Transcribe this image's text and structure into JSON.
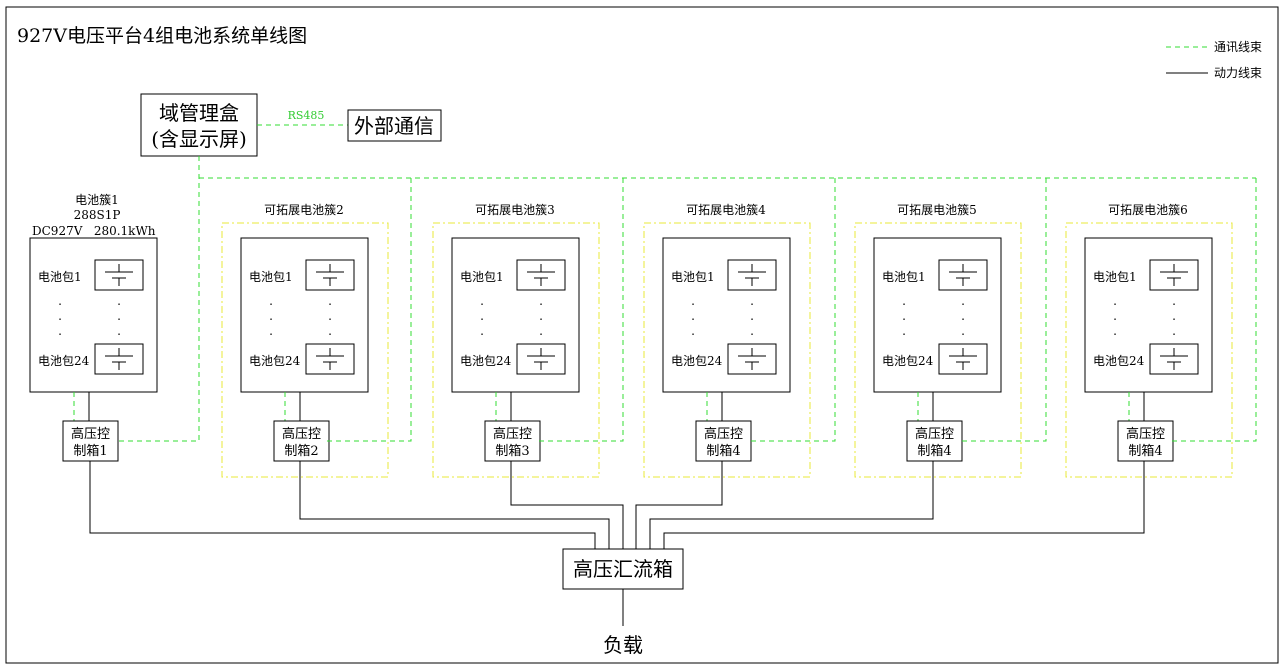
{
  "title": "927V电压平台4组电池系统单线图",
  "legend": {
    "comm": "通讯线束",
    "power": "动力线束"
  },
  "domain_box": {
    "line1": "域管理盒",
    "line2": "(含显示屏)"
  },
  "rs485": "RS485",
  "external": "外部通信",
  "cluster1": {
    "name": "电池簇1",
    "config": "288S1P",
    "spec": "DC927V   280.1kWh"
  },
  "clusters": [
    {
      "label": "电池簇1",
      "hv_line1": "高压控",
      "hv_line2": "制箱1"
    },
    {
      "label": "可拓展电池簇2",
      "hv_line1": "高压控",
      "hv_line2": "制箱2"
    },
    {
      "label": "可拓展电池簇3",
      "hv_line1": "高压控",
      "hv_line2": "制箱3"
    },
    {
      "label": "可拓展电池簇4",
      "hv_line1": "高压控",
      "hv_line2": "制箱4"
    },
    {
      "label": "可拓展电池簇5",
      "hv_line1": "高压控",
      "hv_line2": "制箱4"
    },
    {
      "label": "可拓展电池簇6",
      "hv_line1": "高压控",
      "hv_line2": "制箱4"
    }
  ],
  "pack_first": "电池包1",
  "pack_last": "电池包24",
  "dot": ".",
  "combiner": "高压汇流箱",
  "load": "负载",
  "colors": {
    "comm_line": "#33dd33",
    "extension_border": "#e8e83a",
    "power_line": "#000000"
  }
}
